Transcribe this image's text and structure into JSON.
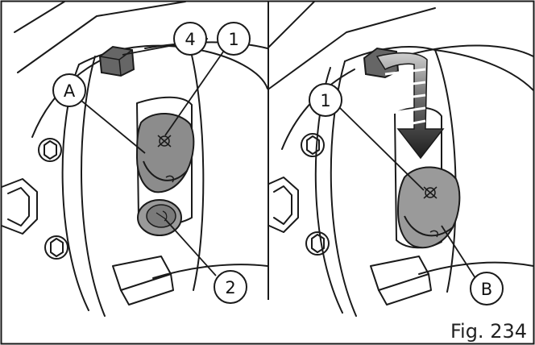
{
  "callouts": {
    "left_switch": "1",
    "left_button": "2",
    "left_tab": "4",
    "left_label_a": "A",
    "right_switch": "1",
    "right_label_b": "B"
  },
  "caption": "Fig. 234",
  "colors": {
    "line": "#1a1a1a",
    "switch_gray": "#8c8c8c",
    "switch_dark": "#555555",
    "arrow": "#1e1e1e",
    "background": "#ffffff"
  }
}
